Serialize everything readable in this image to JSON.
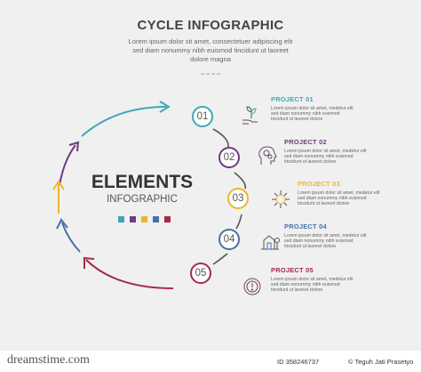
{
  "header": {
    "title": "CYCLE INFOGRAPHIC",
    "subtitle": "Lorem ipsum dolor sit amet, consectetuer adipiscing elit sed diam nonummy nibh euismod tincidunt ut laoreet dolore magna"
  },
  "center": {
    "title": "ELEMENTS",
    "subtitle": "INFOGRAPHIC",
    "swatch_colors": [
      "#3fa3b6",
      "#6b3d7a",
      "#e9b72a",
      "#4a6ea7",
      "#a52a46"
    ]
  },
  "steps": [
    {
      "number": "01",
      "label": "PROJECT 01",
      "color": "#40a7b9",
      "icon": "plant-hand-icon",
      "text": "Lorem ipsum dolor sit amet, medetur elit sed diam nonummy nibh euismod tincidunt ut laoreet dolore"
    },
    {
      "number": "02",
      "label": "PROJECT 02",
      "color": "#6e3d7c",
      "icon": "head-gears-icon",
      "text": "Lorem ipsum dolor sit amet, medetur elit sed diam nonummy nibh euismod tincidunt ut laoreet dolore"
    },
    {
      "number": "03",
      "label": "PROJECT 03",
      "color": "#ebb72b",
      "icon": "virus-bulb-icon",
      "text": "Lorem ipsum dolor sit amet, medetur elit sed diam nonummy nibh euismod tincidunt ut laoreet dolore"
    },
    {
      "number": "04",
      "label": "PROJECT 04",
      "color": "#4c6fa8",
      "icon": "house-trees-icon",
      "text": "Lorem ipsum dolor sit amet, medetur elit sed diam nonummy nibh euismod tincidunt ut laoreet dolore"
    },
    {
      "number": "05",
      "label": "PROJECT 05",
      "color": "#a62a48",
      "icon": "alert-timer-icon",
      "text": "Lorem ipsum dolor sit amet, medetur elit sed diam nonummy nibh euismod tincidunt ut laoreet dolore"
    }
  ],
  "footer": {
    "logo": "dreamstime.com",
    "id": "ID 358246737",
    "author": "© Teguh Jati Prasetyo"
  }
}
